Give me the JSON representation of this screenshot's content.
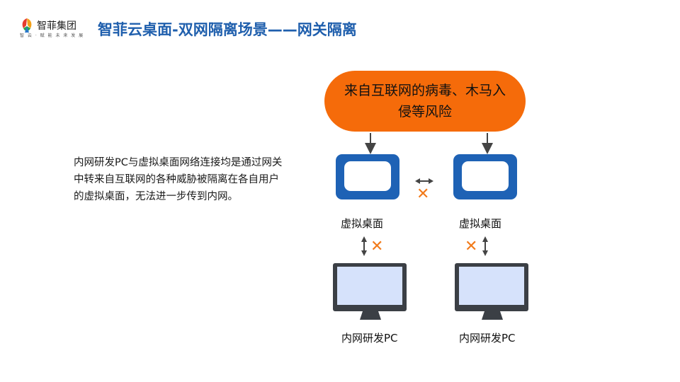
{
  "header": {
    "logo_name": "智菲集团",
    "logo_tagline": "智 云 · 赋 能 未 来 发 展",
    "title": "智菲云桌面-双网隔离场景——网关隔离"
  },
  "description": "内网研发PC与虚拟桌面网络连接均是通过网关中转来自互联网的各种威胁被隔离在各自用户的虚拟桌面，无法进一步传到内网。",
  "risk_bubble": {
    "text": "来自互联网的病毒、木马入侵等风险",
    "color": "#f56b0a"
  },
  "nodes": {
    "virtual_desktop_left": "虚拟桌面",
    "virtual_desktop_right": "虚拟桌面",
    "dev_pc_left": "内网研发PC",
    "dev_pc_right": "内网研发PC"
  },
  "blocked_marks": {
    "between_desktops": "✕",
    "left_link": "✕",
    "right_link": "✕"
  },
  "colors": {
    "title": "#1f5fad",
    "desktop_frame": "#1e62b5",
    "pc_screen": "#d6e2fb",
    "pc_frame": "#3b3f45",
    "block_mark": "#f27a1a"
  },
  "icons": [
    "logo-icon",
    "monitor-icon",
    "desktop-pc-icon",
    "down-arrow-icon",
    "double-arrow-icon",
    "blocked-icon"
  ]
}
